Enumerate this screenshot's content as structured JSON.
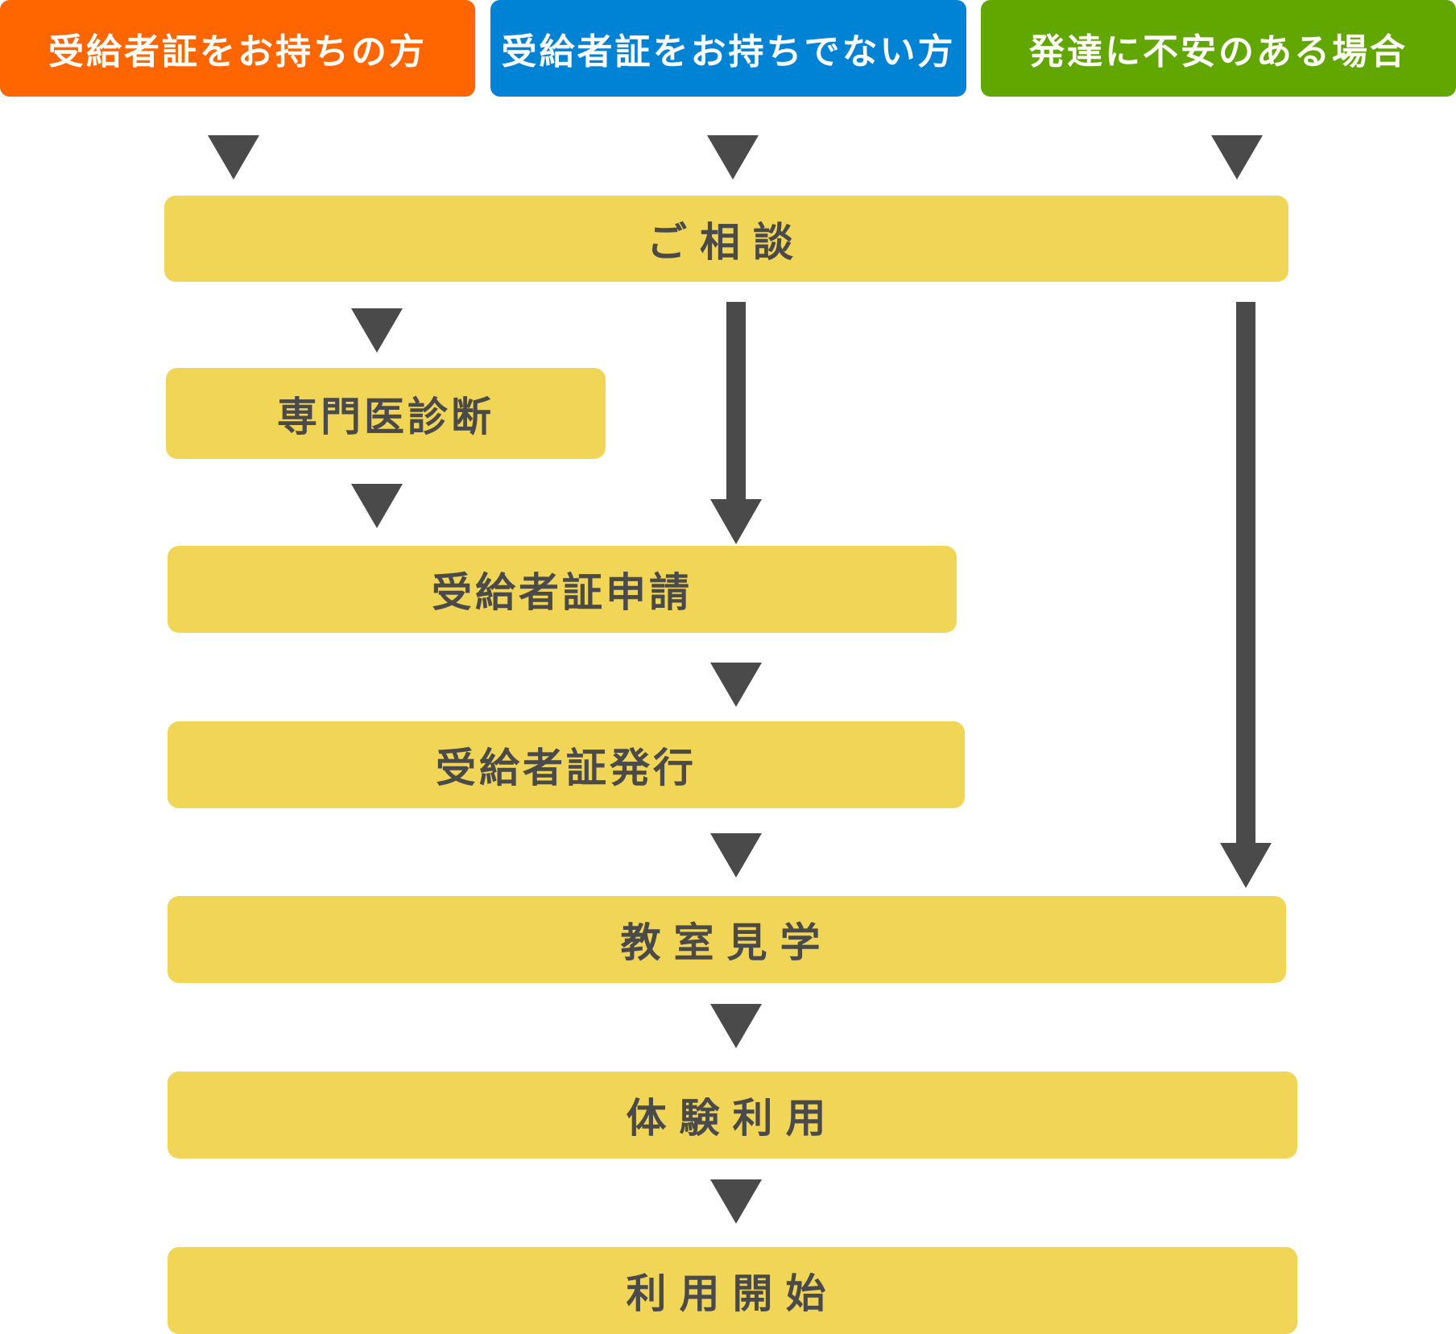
{
  "headers": {
    "with_certificate": {
      "label": "受給者証をお持ちの方",
      "color": "#ff6600"
    },
    "without_certificate": {
      "label": "受給者証をお持ちでない方",
      "color": "#0082d5"
    },
    "developmental_concern": {
      "label": "発達に不安のある場合",
      "color": "#62a600"
    }
  },
  "steps": {
    "consultation": "ご相談",
    "specialist_diagnosis": "専門医診断",
    "certificate_application": "受給者証申請",
    "certificate_issuance": "受給者証発行",
    "classroom_visit": "教室見学",
    "trial_use": "体験利用",
    "start_use": "利用開始"
  },
  "colors": {
    "step_box": "#f0d556",
    "arrow": "#4a4a4a",
    "step_text": "#4a4a4a"
  }
}
